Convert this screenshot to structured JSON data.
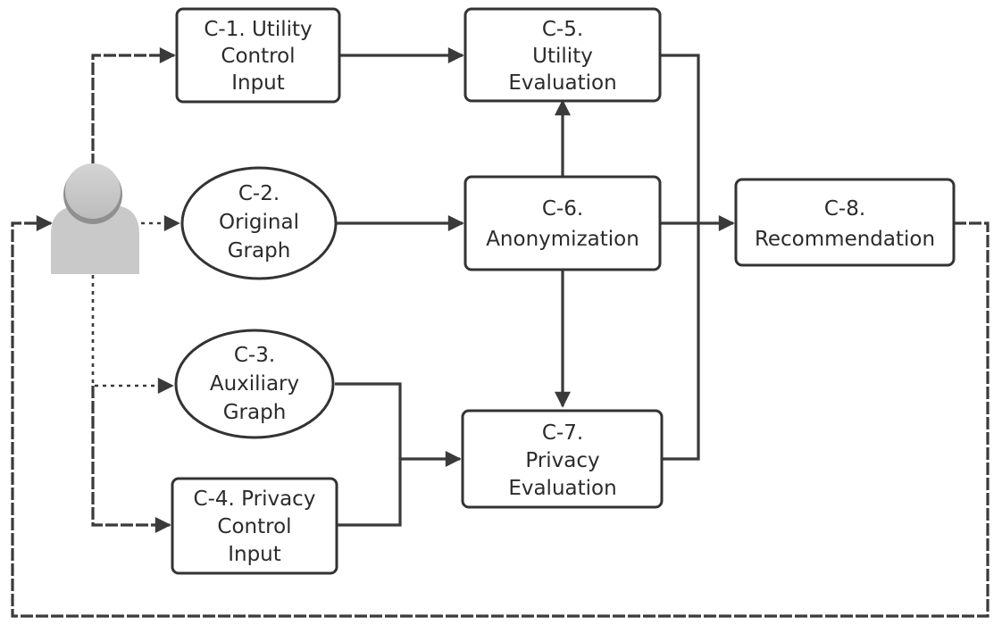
{
  "nodes": {
    "c1": {
      "lines": [
        "C-1. Utility",
        "Control",
        "Input"
      ]
    },
    "c2": {
      "lines": [
        "C-2.",
        "Original",
        "Graph"
      ]
    },
    "c3": {
      "lines": [
        "C-3.",
        "Auxiliary",
        "Graph"
      ]
    },
    "c4": {
      "lines": [
        "C-4. Privacy",
        "Control",
        "Input"
      ]
    },
    "c5": {
      "lines": [
        "C-5.",
        "Utility",
        "Evaluation"
      ]
    },
    "c6": {
      "lines": [
        "C-6.",
        "Anonymization"
      ]
    },
    "c7": {
      "lines": [
        "C-7.",
        "Privacy",
        "Evaluation"
      ]
    },
    "c8": {
      "lines": [
        "C-8.",
        "Recommendation"
      ]
    }
  },
  "user": {
    "icon": "user-icon"
  }
}
